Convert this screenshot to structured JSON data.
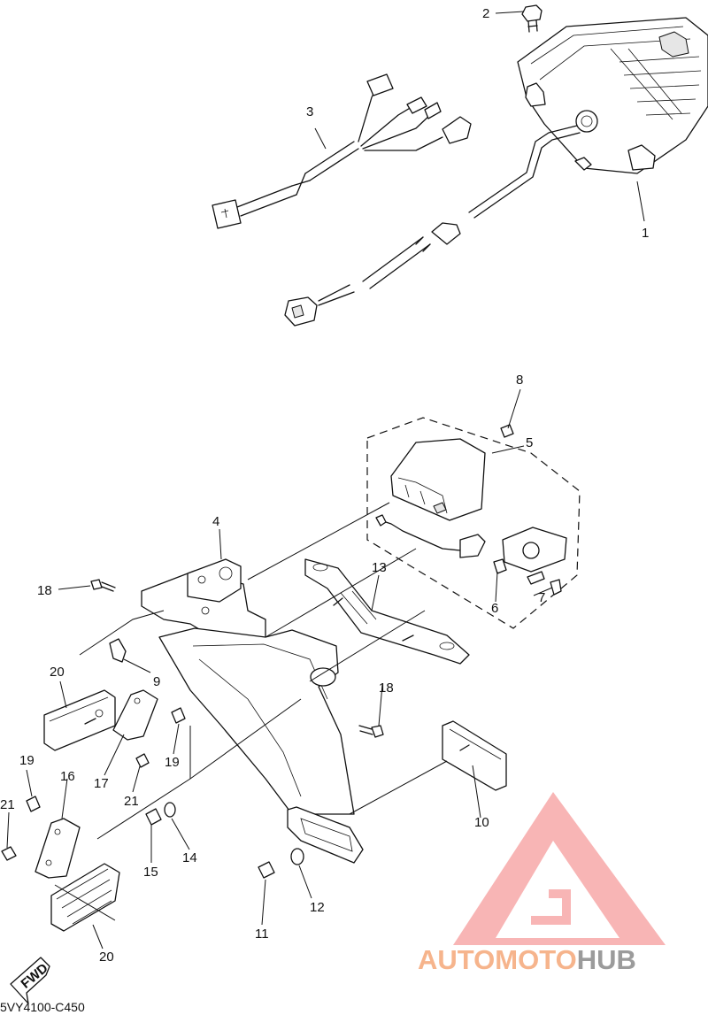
{
  "diagram": {
    "drawing_code": "5VY4100-C450",
    "fwd_label": "FWD",
    "callouts": [
      {
        "id": "c1",
        "label": "1"
      },
      {
        "id": "c2",
        "label": "2"
      },
      {
        "id": "c3",
        "label": "3"
      },
      {
        "id": "c4",
        "label": "4"
      },
      {
        "id": "c5",
        "label": "5"
      },
      {
        "id": "c6",
        "label": "6"
      },
      {
        "id": "c7",
        "label": "7"
      },
      {
        "id": "c8",
        "label": "8"
      },
      {
        "id": "c9",
        "label": "9"
      },
      {
        "id": "c10",
        "label": "10"
      },
      {
        "id": "c11",
        "label": "11"
      },
      {
        "id": "c12",
        "label": "12"
      },
      {
        "id": "c13",
        "label": "13"
      },
      {
        "id": "c14",
        "label": "14"
      },
      {
        "id": "c15",
        "label": "15"
      },
      {
        "id": "c16",
        "label": "16"
      },
      {
        "id": "c17",
        "label": "17"
      },
      {
        "id": "c18a",
        "label": "18"
      },
      {
        "id": "c18b",
        "label": "18"
      },
      {
        "id": "c19a",
        "label": "19"
      },
      {
        "id": "c19b",
        "label": "19"
      },
      {
        "id": "c20a",
        "label": "20"
      },
      {
        "id": "c20b",
        "label": "20"
      },
      {
        "id": "c21a",
        "label": "21"
      },
      {
        "id": "c21b",
        "label": "21"
      }
    ]
  },
  "watermark": {
    "part1": "AUTO",
    "part2": "MOTO",
    "part3": "HUB",
    "color_primary": "#f6b48c",
    "color_accent": "#f7a8a8",
    "color_dark": "#9b9b9b"
  }
}
